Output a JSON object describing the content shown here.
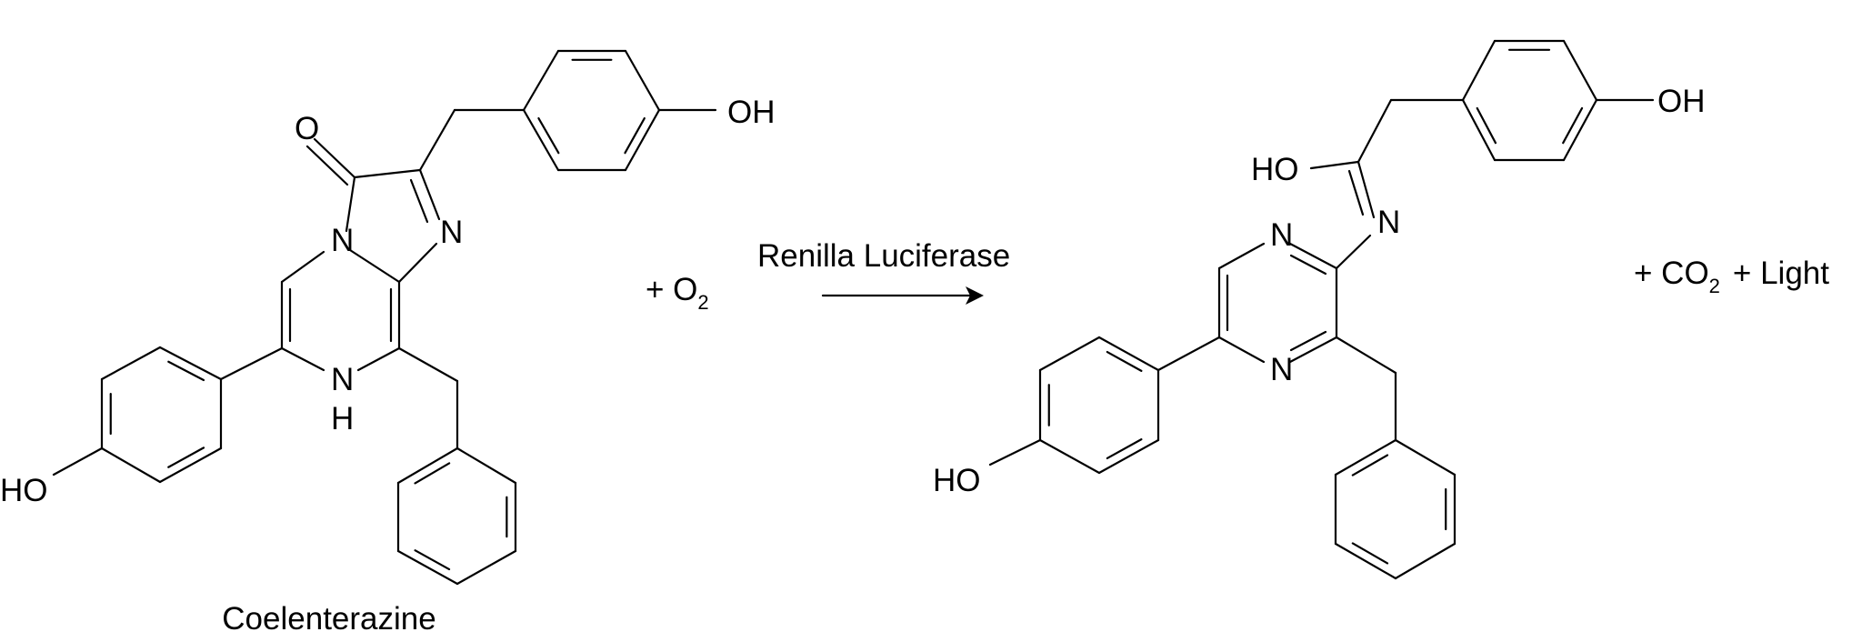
{
  "reactant": {
    "name": "Coelenterazine",
    "atoms": {
      "oh_top": "OH",
      "o_carbonyl": "O",
      "n_imine": "N",
      "n_bridge": "N",
      "n_h": "N",
      "h": "H",
      "ho_left": "HO"
    }
  },
  "coreactant": {
    "plus": "+ O",
    "subscript": "2"
  },
  "arrow": {
    "label": "Renilla Luciferase"
  },
  "product": {
    "atoms": {
      "oh_top": "OH",
      "ho_mid": "HO",
      "n_exo": "N",
      "n_ring1": "N",
      "n_ring4": "N",
      "ho_left": "HO"
    }
  },
  "byproducts": {
    "co2_prefix": "+ CO",
    "co2_subscript": "2",
    "light": "+ Light"
  },
  "colors": {
    "ink": "#000000",
    "background": "#ffffff"
  }
}
